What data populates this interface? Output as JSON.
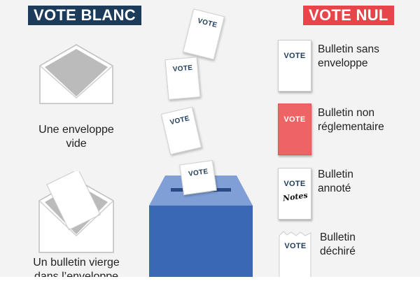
{
  "left_header": "VOTE BLANC",
  "right_header": "VOTE NUL",
  "ballot_word": "VOTE",
  "annotation_word": "Notes",
  "left_items": [
    {
      "line1": "Une enveloppe",
      "line2": "vide"
    },
    {
      "line1": "Un bulletin vierge",
      "line2": "dans l’enveloppe"
    }
  ],
  "right_items": [
    {
      "line1": "Bulletin sans",
      "line2": "enveloppe"
    },
    {
      "line1": "Bulletin non",
      "line2": "réglementaire"
    },
    {
      "line1": "Bulletin",
      "line2": "annoté"
    },
    {
      "line1": "Bulletin",
      "line2": "déchiré"
    }
  ],
  "colors": {
    "navy": "#1c3b5a",
    "red": "#e8454a",
    "ballot_box": "#3a68b5",
    "ballot_box_lid": "#7f9fd6",
    "red_ballot": "#ee6464"
  }
}
